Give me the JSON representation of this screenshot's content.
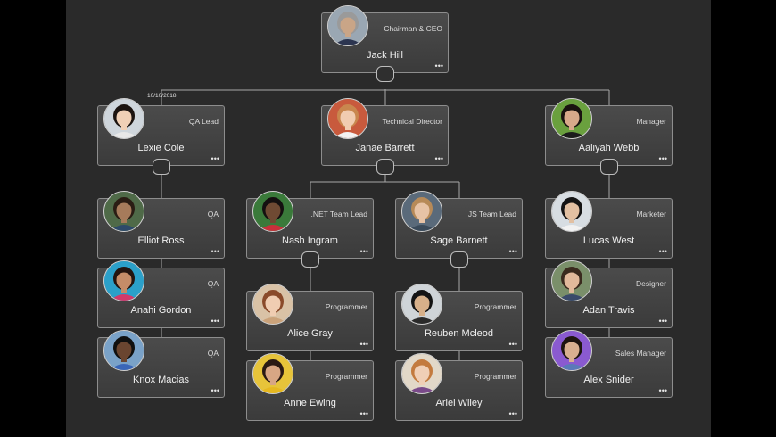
{
  "date_label": "10/10/2018",
  "more_glyph": "•••",
  "nodes": [
    {
      "id": "jack",
      "name": "Jack Hill",
      "role": "Chairman & CEO",
      "skin": "#c9a587",
      "hair": "#9a9a9a",
      "shirt": "#2c3550",
      "bg": "#9aa7b3"
    },
    {
      "id": "lexie",
      "name": "Lexie Cole",
      "role": "QA Lead",
      "skin": "#f0d0b6",
      "hair": "#1c1410",
      "shirt": "#e8e8e8",
      "bg": "#cfd6dc"
    },
    {
      "id": "janae",
      "name": "Janae Barrett",
      "role": "Technical Director",
      "skin": "#f1ccb0",
      "hair": "#c9874e",
      "shirt": "#f3f3f3",
      "bg": "#c85a3d"
    },
    {
      "id": "aaliyah",
      "name": "Aaliyah Webb",
      "role": "Manager",
      "skin": "#d8a98a",
      "hair": "#1a1310",
      "shirt": "#1c1c1c",
      "bg": "#6aa03e"
    },
    {
      "id": "elliot",
      "name": "Elliot Ross",
      "role": "QA",
      "skin": "#a67b5b",
      "hair": "#2a1d14",
      "shirt": "#2d4a6a",
      "bg": "#4f6a48"
    },
    {
      "id": "nash",
      "name": "Nash Ingram",
      "role": ".NET Team Lead",
      "skin": "#6f4a33",
      "hair": "#141010",
      "shirt": "#c8303a",
      "bg": "#3a7a3a"
    },
    {
      "id": "sage",
      "name": "Sage Barnett",
      "role": "JS Team Lead",
      "skin": "#e7c3a6",
      "hair": "#b78a58",
      "shirt": "#3a4a5a",
      "bg": "#5a6a7a"
    },
    {
      "id": "lucas",
      "name": "Lucas West",
      "role": "Marketer",
      "skin": "#e2c0a2",
      "hair": "#141414",
      "shirt": "#f2f2f2",
      "bg": "#d7dde2"
    },
    {
      "id": "anahi",
      "name": "Anahi Gordon",
      "role": "QA",
      "skin": "#c48c68",
      "hair": "#231510",
      "shirt": "#d33a6a",
      "bg": "#2ba0c9"
    },
    {
      "id": "alice",
      "name": "Alice Gray",
      "role": "Programmer",
      "skin": "#f0cdb2",
      "hair": "#8a4a2a",
      "shirt": "#caa27a",
      "bg": "#d9c2a6"
    },
    {
      "id": "reuben",
      "name": "Reuben Mcleod",
      "role": "Programmer",
      "skin": "#d7b08a",
      "hair": "#141414",
      "shirt": "#2a2a2a",
      "bg": "#cfd4d8"
    },
    {
      "id": "adan",
      "name": "Adan Travis",
      "role": "Designer",
      "skin": "#e1b99b",
      "hair": "#3a2a1e",
      "shirt": "#3a4a6a",
      "bg": "#7a8f6a"
    },
    {
      "id": "knox",
      "name": "Knox Macias",
      "role": "QA",
      "skin": "#6a4530",
      "hair": "#101010",
      "shirt": "#3a66b8",
      "bg": "#7aa2c8"
    },
    {
      "id": "anne",
      "name": "Anne Ewing",
      "role": "Programmer",
      "skin": "#d8a684",
      "hair": "#2a1a14",
      "shirt": "#e6b820",
      "bg": "#e7c43a"
    },
    {
      "id": "ariel",
      "name": "Ariel Wiley",
      "role": "Programmer",
      "skin": "#f0cfb6",
      "hair": "#c37a3e",
      "shirt": "#7a4a8a",
      "bg": "#e2d8c8"
    },
    {
      "id": "alex",
      "name": "Alex Snider",
      "role": "Sales Manager",
      "skin": "#d9b090",
      "hair": "#1e1510",
      "shirt": "#5a7ab8",
      "bg": "#8a5ad0"
    }
  ]
}
